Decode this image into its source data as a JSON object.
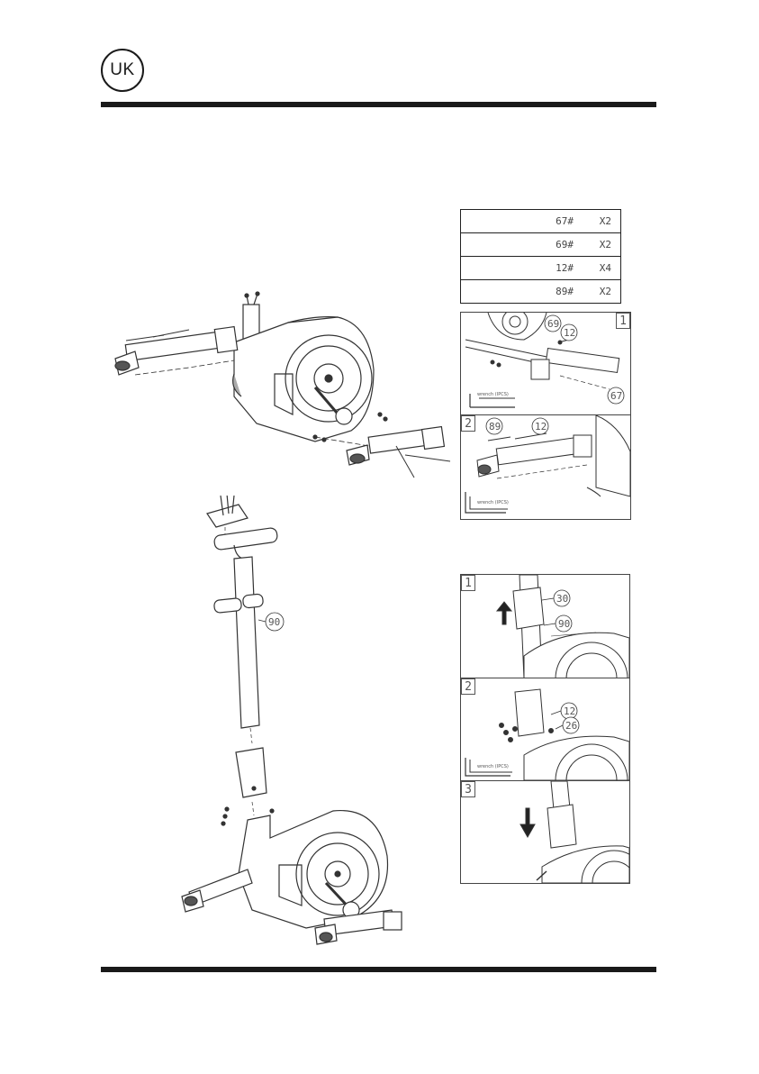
{
  "header": {
    "badge": "UK"
  },
  "parts": [
    {
      "part": "67#",
      "qty": "X2"
    },
    {
      "part": "69#",
      "qty": "X2"
    },
    {
      "part": "12#",
      "qty": "X4"
    },
    {
      "part": "89#",
      "qty": "X2"
    }
  ],
  "step_a": {
    "panel1": {
      "number": "1",
      "callouts": [
        "69",
        "12",
        "67"
      ],
      "tool": "wrench (IPCS)"
    },
    "panel2": {
      "number": "2",
      "callouts": [
        "89",
        "12"
      ],
      "tool": "wrench (IPCS)"
    }
  },
  "step_b": {
    "main_callout": "90",
    "panel1": {
      "number": "1",
      "callouts": [
        "30",
        "90"
      ]
    },
    "panel2": {
      "number": "2",
      "callouts": [
        "12",
        "26"
      ],
      "tool": "wrench (IPCS)"
    },
    "panel3": {
      "number": "3"
    }
  }
}
